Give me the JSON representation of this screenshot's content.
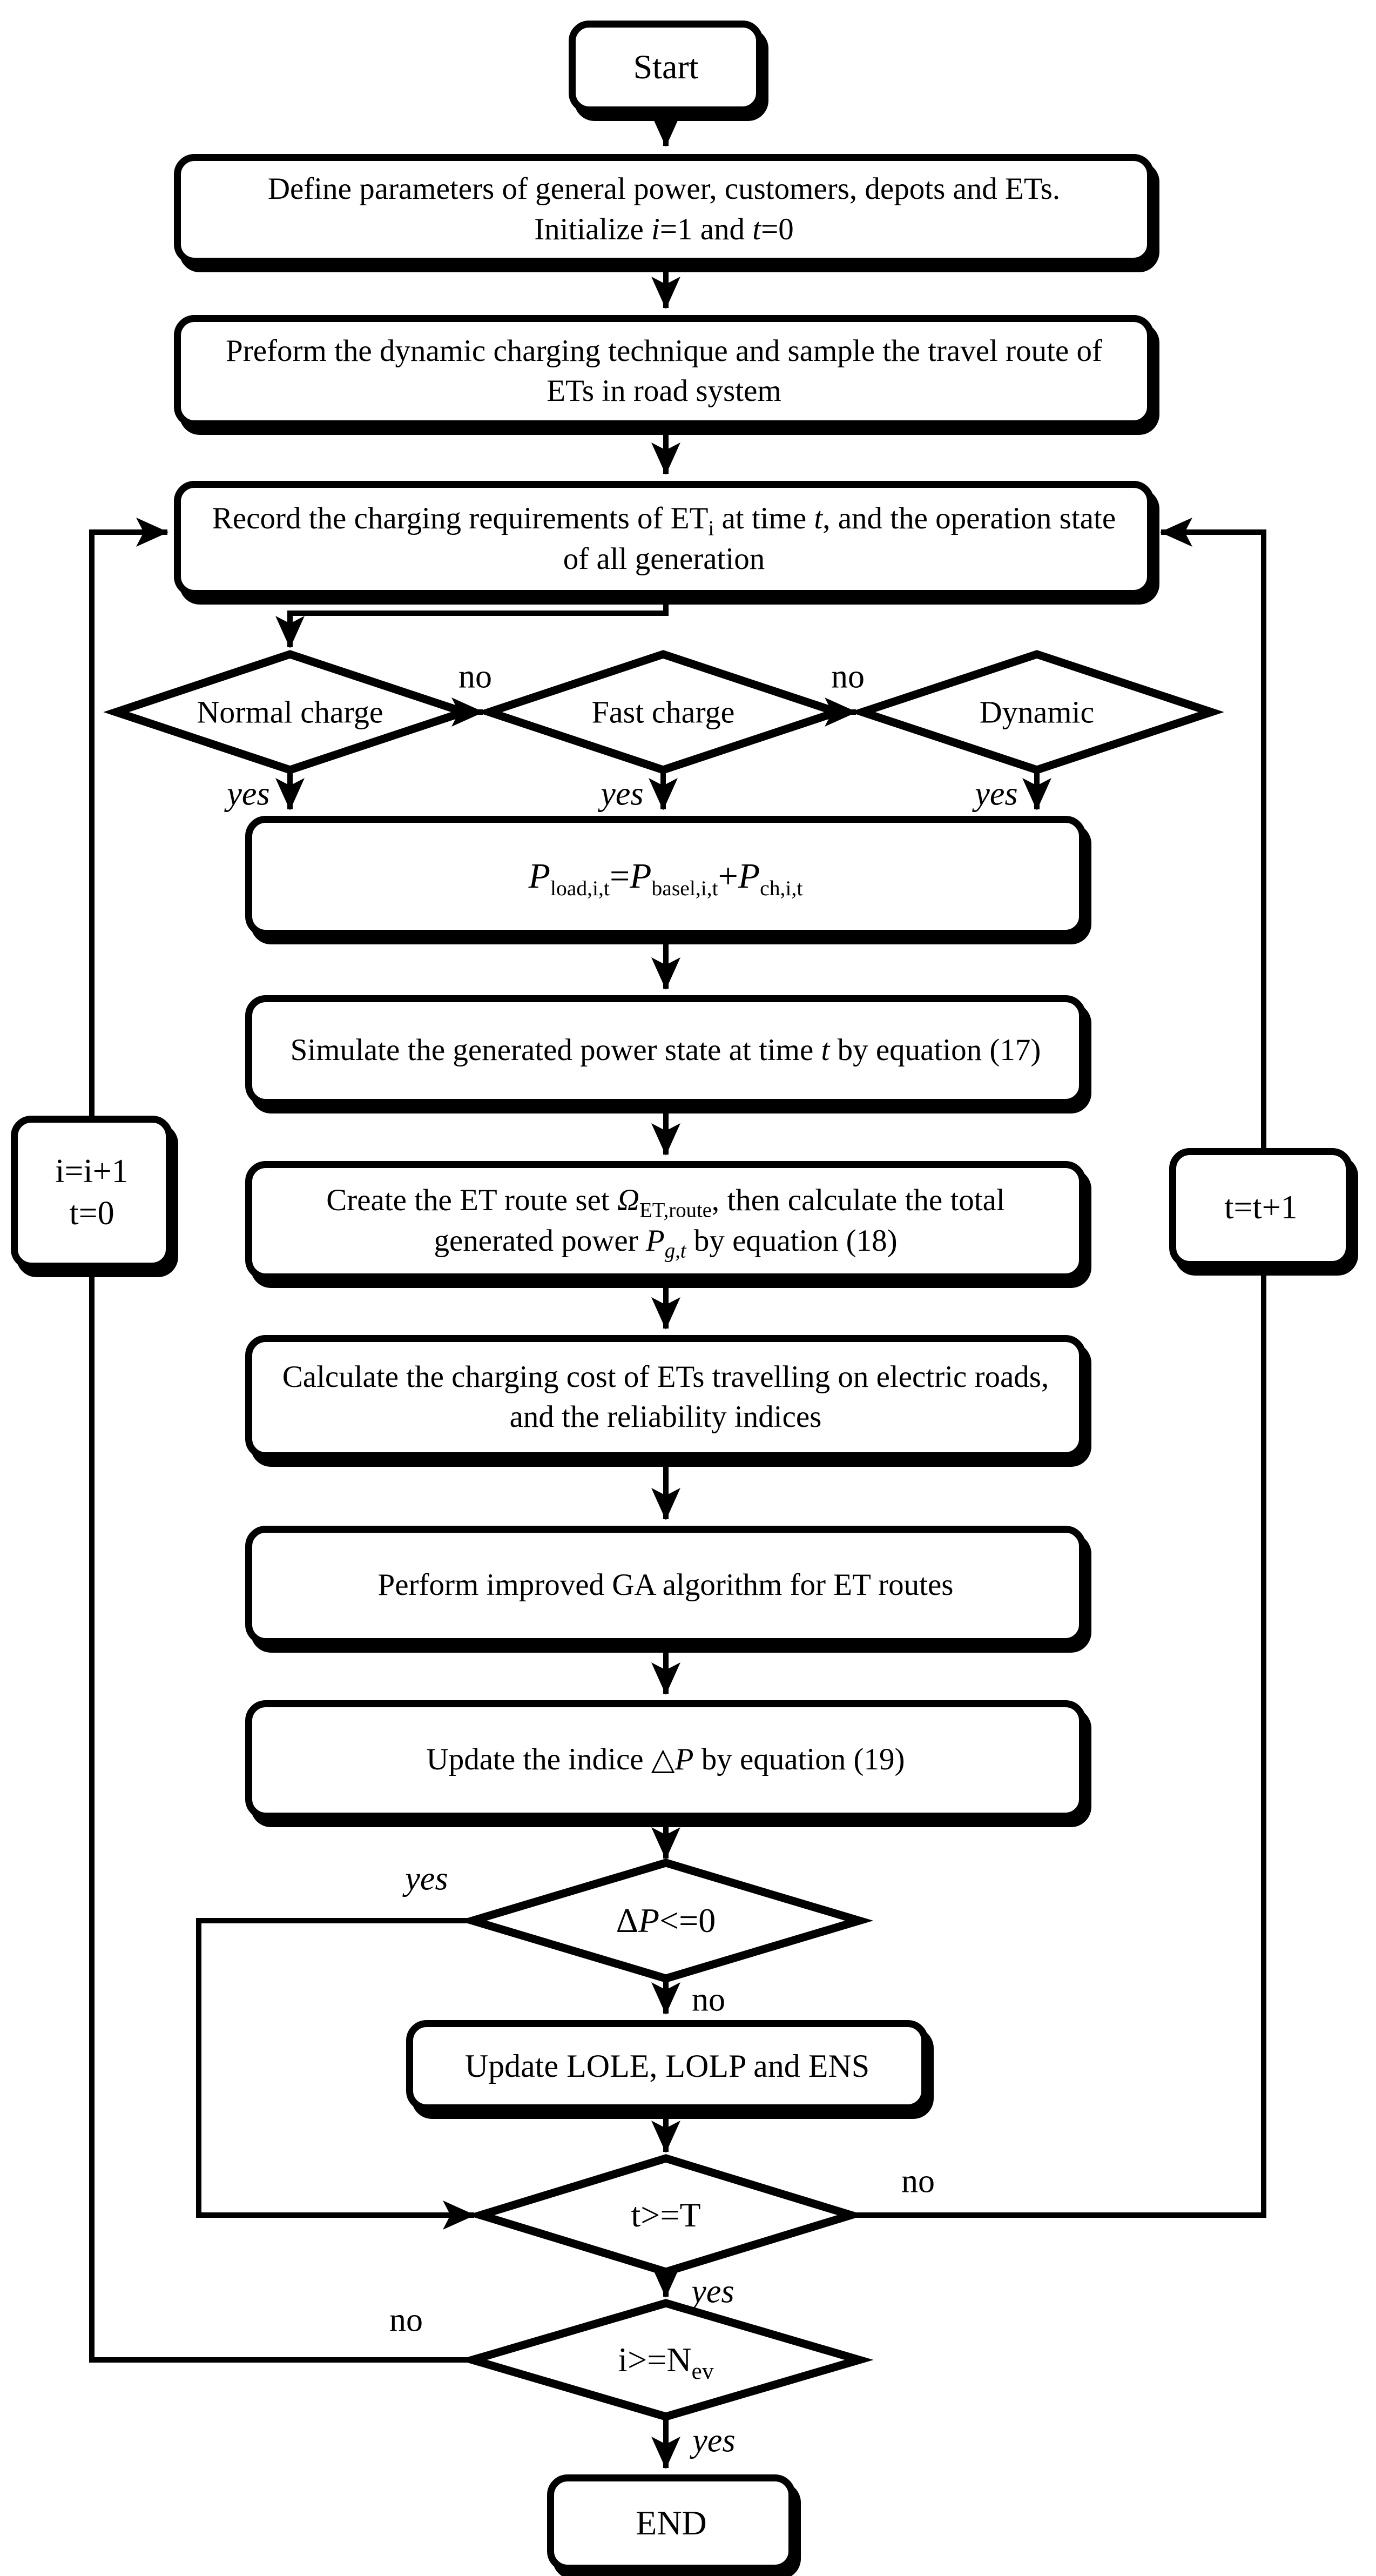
{
  "diagram": {
    "nodes": {
      "start": "Start",
      "define": "Define parameters of general power, customers, depots and ETs. Initialize <i>i</i>=1 and <i>t</i>=0",
      "preform": "Preform the dynamic charging technique and sample the travel route of ETs in road system",
      "record": "Record the charging requirements of ET<sub>i</sub> at time <i>t</i>, and the operation state of all generation",
      "normal_charge": "Normal charge",
      "fast_charge": "Fast charge",
      "dynamic": "Dynamic",
      "p_load": "<i>P</i><sub>load,i,t</sub>=<i>P</i><sub>basel,i,t</sub>+<i>P</i><sub>ch,i,t</sub>",
      "simulate": "Simulate the generated power state at time <i>t</i> by equation (17)",
      "create_route": "Create the ET route set <i>&#937;</i><sub>ET,route</sub>, then calculate the total generated power <i>P</i><sub><i>g,t</i></sub> by equation (18)",
      "calculate_cost": "Calculate the charging cost of ETs travelling on electric roads, and the reliability indices",
      "perform_ga": "Perform improved GA algorithm for ET routes",
      "update_indice": "Update the indice &#9651;<i>P</i> by equation (19)",
      "delta_p_check": "&#916;<i>P</i>&lt;=0",
      "update_lole": "Update LOLE, LOLP and ENS",
      "t_check": "t>=T",
      "i_check": "i>=N<sub>ev</sub>",
      "i_increment": "i=i+1<br>t=0",
      "t_increment": "t=t+1",
      "end": "END"
    },
    "edge_labels": {
      "yes": "yes",
      "no": "no"
    }
  }
}
